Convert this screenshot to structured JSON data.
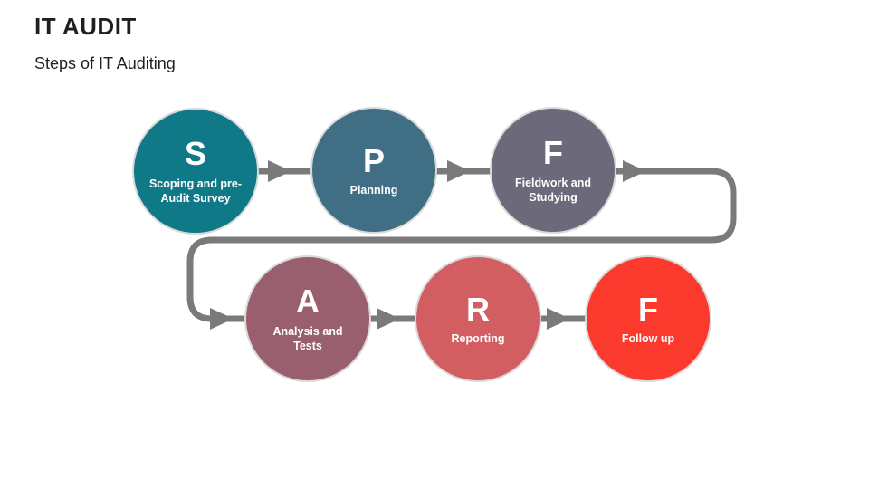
{
  "slide": {
    "title": "IT AUDIT",
    "subtitle": "Steps of IT Auditing"
  },
  "steps": [
    {
      "letter": "S",
      "label": "Scoping and pre-Audit Survey",
      "color": "#107988"
    },
    {
      "letter": "P",
      "label": "Planning",
      "color": "#406e85"
    },
    {
      "letter": "F",
      "label": "Fieldwork and Studying",
      "color": "#6c6a7a"
    },
    {
      "letter": "A",
      "label": "Analysis and Tests",
      "color": "#9a5f6e"
    },
    {
      "letter": "R",
      "label": "Reporting",
      "color": "#d25e62"
    },
    {
      "letter": "F",
      "label": "Follow up",
      "color": "#fb392d"
    }
  ],
  "connector": {
    "color": "#7a7a7a"
  },
  "icons": {
    "arrow": "triangle-right-arrow"
  }
}
